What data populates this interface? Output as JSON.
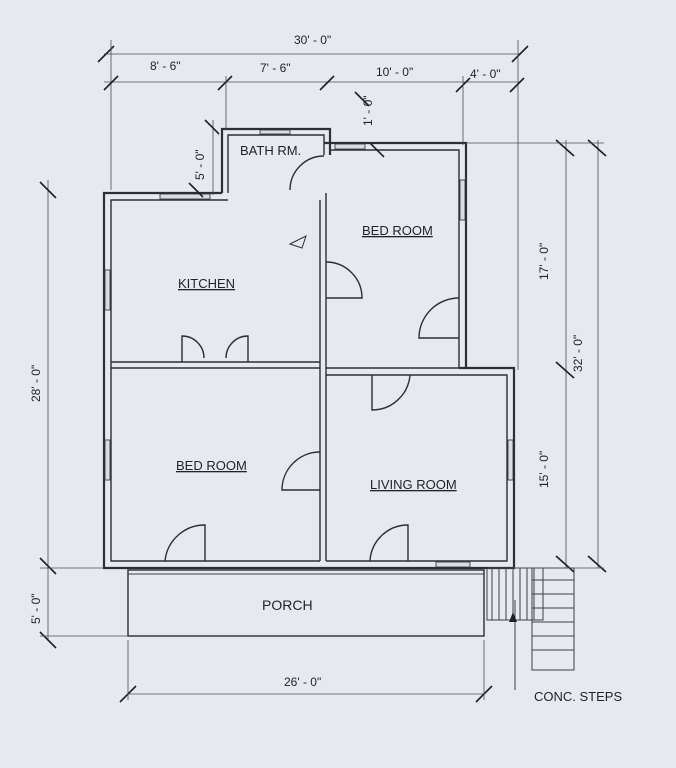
{
  "rooms": {
    "bath": "BATH RM.",
    "bedroom_upper": "BED ROOM",
    "kitchen": "KITCHEN",
    "bedroom_lower": "BED ROOM",
    "living": "LIVING ROOM",
    "porch": "PORCH",
    "steps": "CONC. STEPS"
  },
  "dimensions": {
    "overall_width": "30' - 0\"",
    "seg_1": "8' - 6\"",
    "seg_2": "7' - 6\"",
    "seg_3": "10' - 0\"",
    "seg_4": "4' - 0\"",
    "bath_depth": "5' - 0\"",
    "bath_offset": "1' - 0\"",
    "left_height": "28' - 0\"",
    "porch_depth": "5' - 0\"",
    "right_upper": "17' - 0\"",
    "right_lower": "15' - 0\"",
    "right_total": "32' - 0\"",
    "porch_width": "26' - 0\""
  }
}
